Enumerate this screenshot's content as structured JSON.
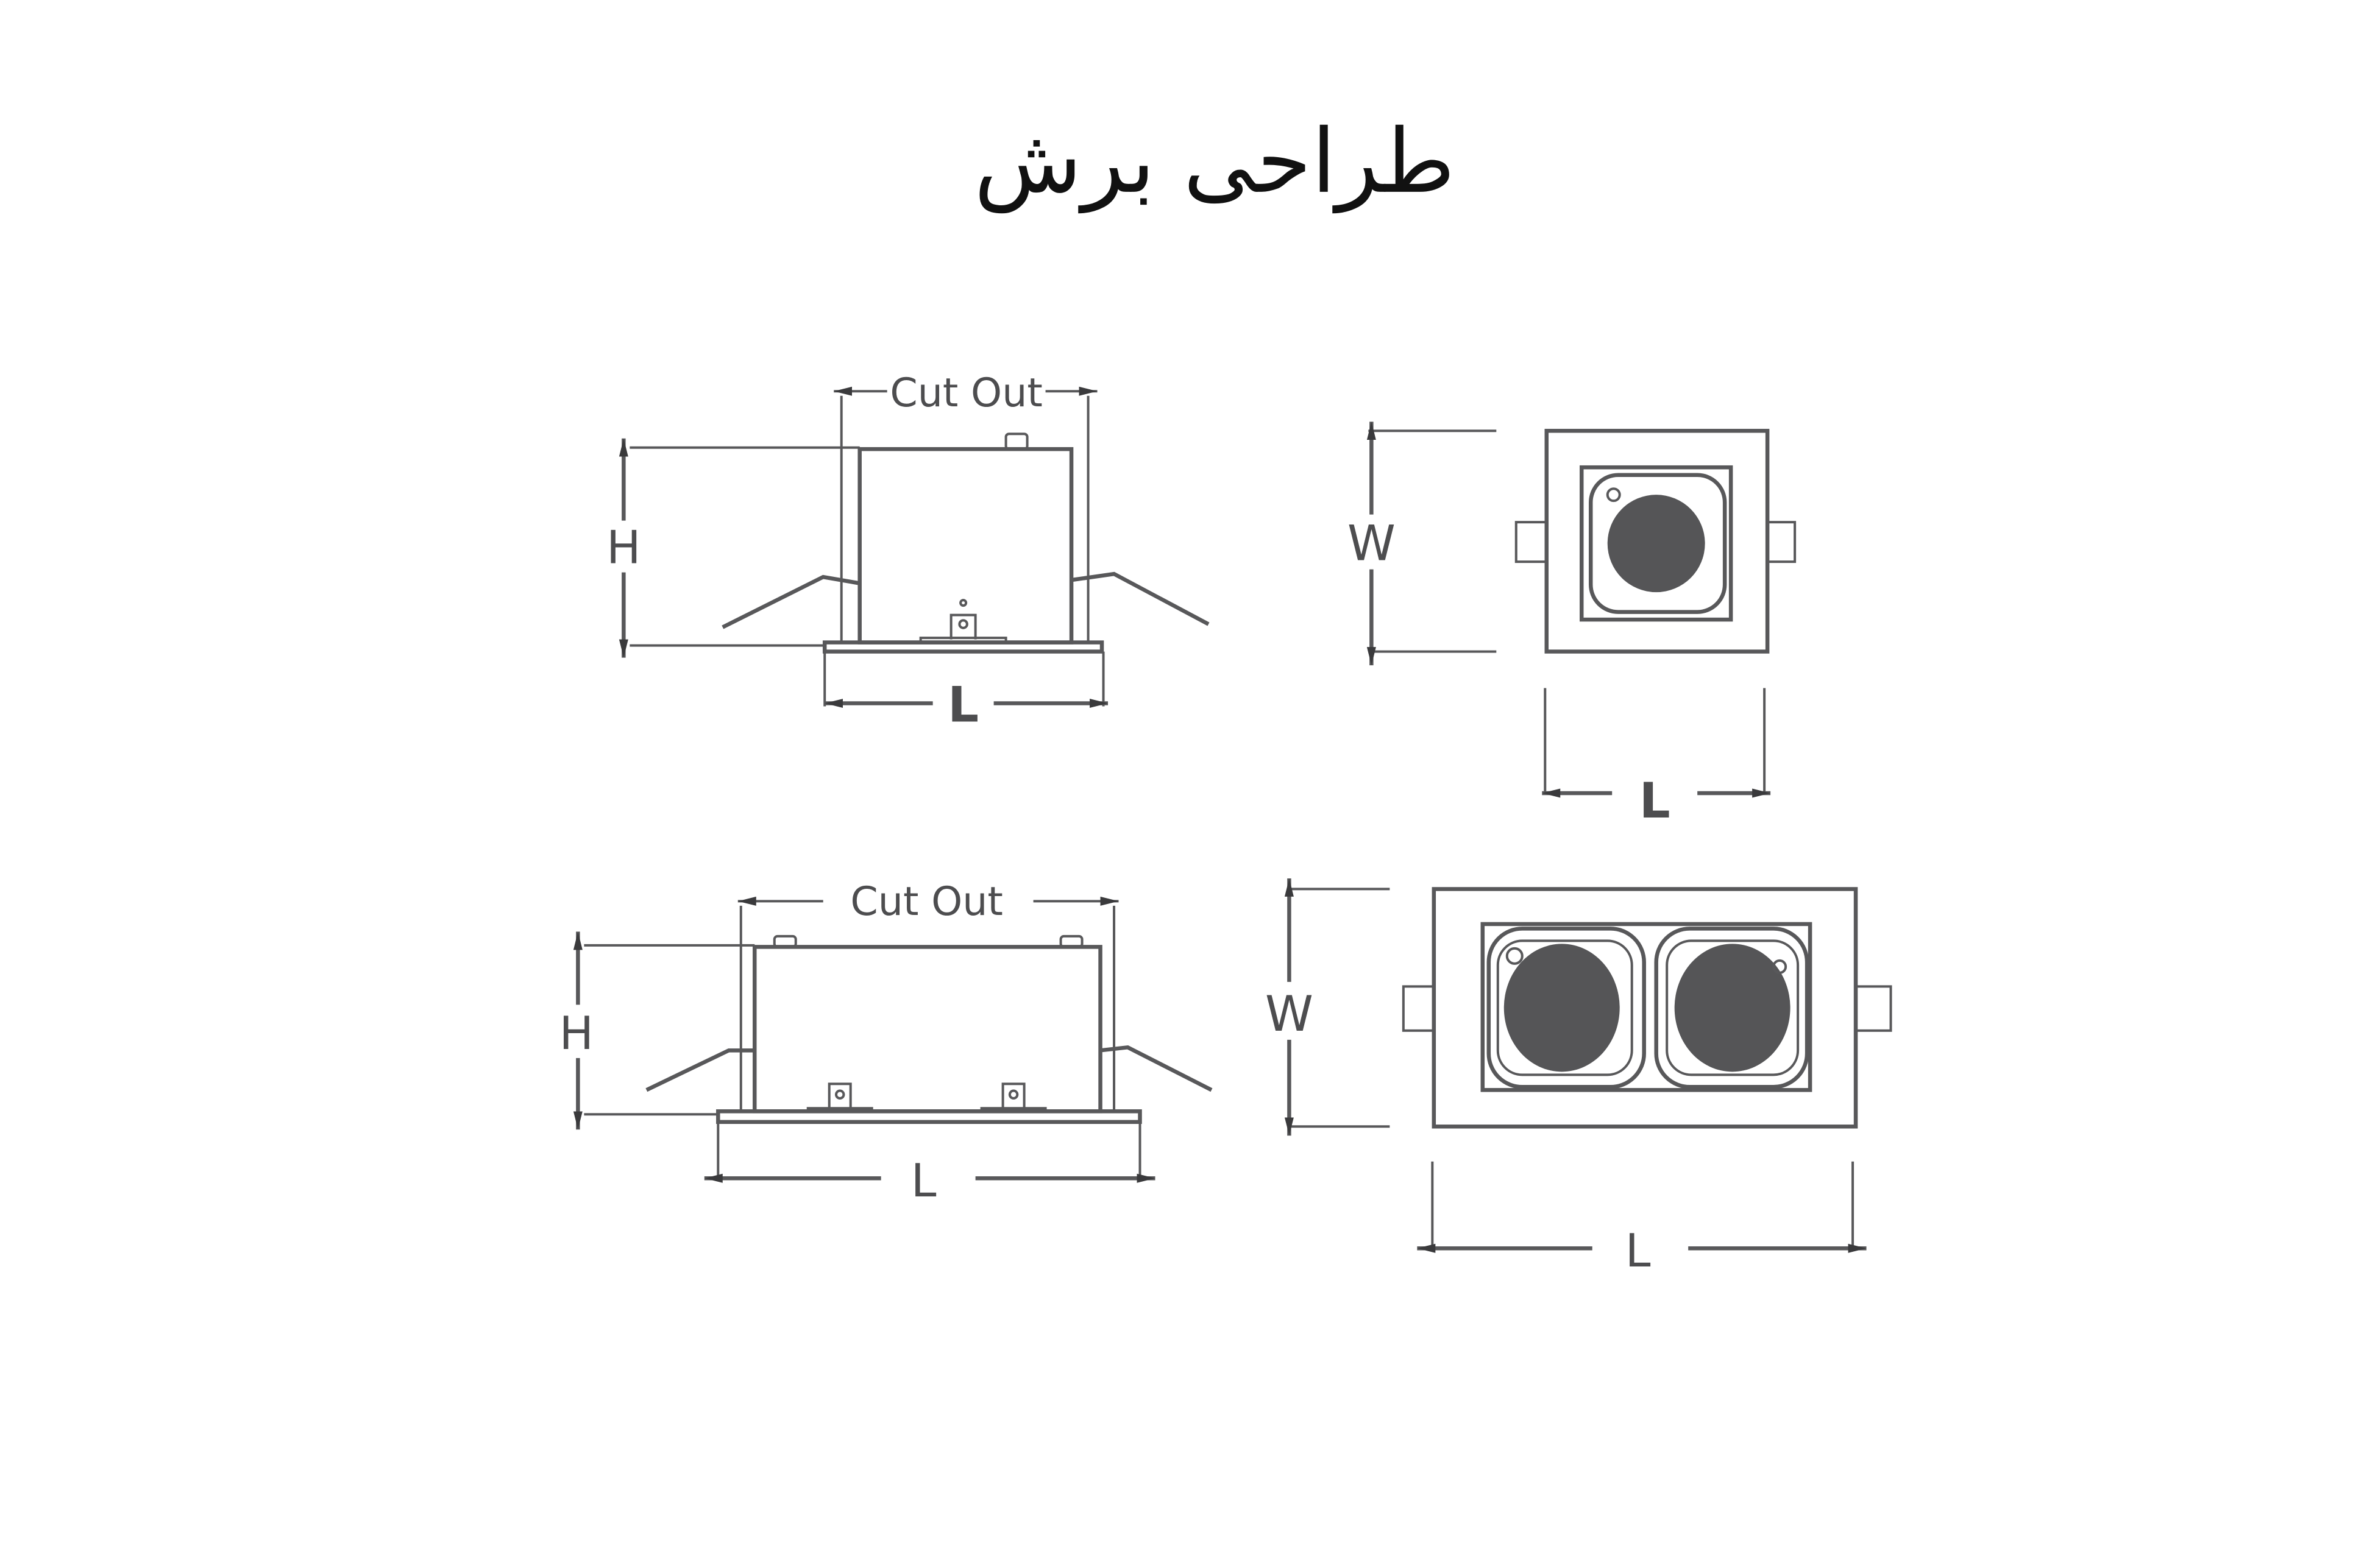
{
  "title": "طراحی برش",
  "colors": {
    "line": "#58585a",
    "lens": "#555557",
    "text": "#111111"
  },
  "diagrams": {
    "single_side": {
      "cutout_label": "Cut Out",
      "height_label": "H",
      "length_label": "L"
    },
    "single_top": {
      "width_label": "W",
      "length_label": "L"
    },
    "double_side": {
      "cutout_label": "Cut Out",
      "height_label": "H",
      "length_label": "L"
    },
    "double_top": {
      "width_label": "W",
      "length_label": "L"
    }
  }
}
